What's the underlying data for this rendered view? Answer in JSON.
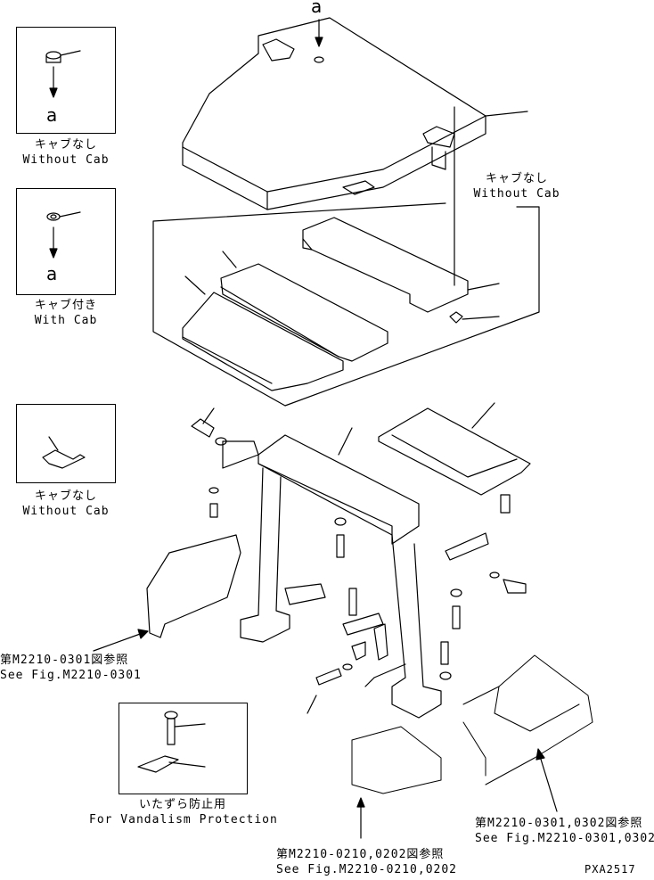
{
  "insets": {
    "without_cab_1": {
      "jp": "キャブなし",
      "en": "Without Cab",
      "marker": "a"
    },
    "with_cab": {
      "jp": "キャブ付き",
      "en": "With Cab",
      "marker": "a"
    },
    "without_cab_2": {
      "jp": "キャブなし",
      "en": "Without Cab"
    },
    "vandalism": {
      "jp": "いたずら防止用",
      "en": "For Vandalism Protection"
    }
  },
  "top_marker": "a",
  "bracket_label": {
    "jp": "キャブなし",
    "en": "Without Cab"
  },
  "references": {
    "left": {
      "jp": "第M2210-0301図参照",
      "en": "See Fig.M2210-0301"
    },
    "bottom": {
      "jp": "第M2210-0210,0202図参照",
      "en": "See Fig.M2210-0210,0202"
    },
    "right": {
      "jp": "第M2210-0301,0302図参照",
      "en": "See Fig.M2210-0301,0302"
    }
  },
  "drawing_code": "PXA2517"
}
